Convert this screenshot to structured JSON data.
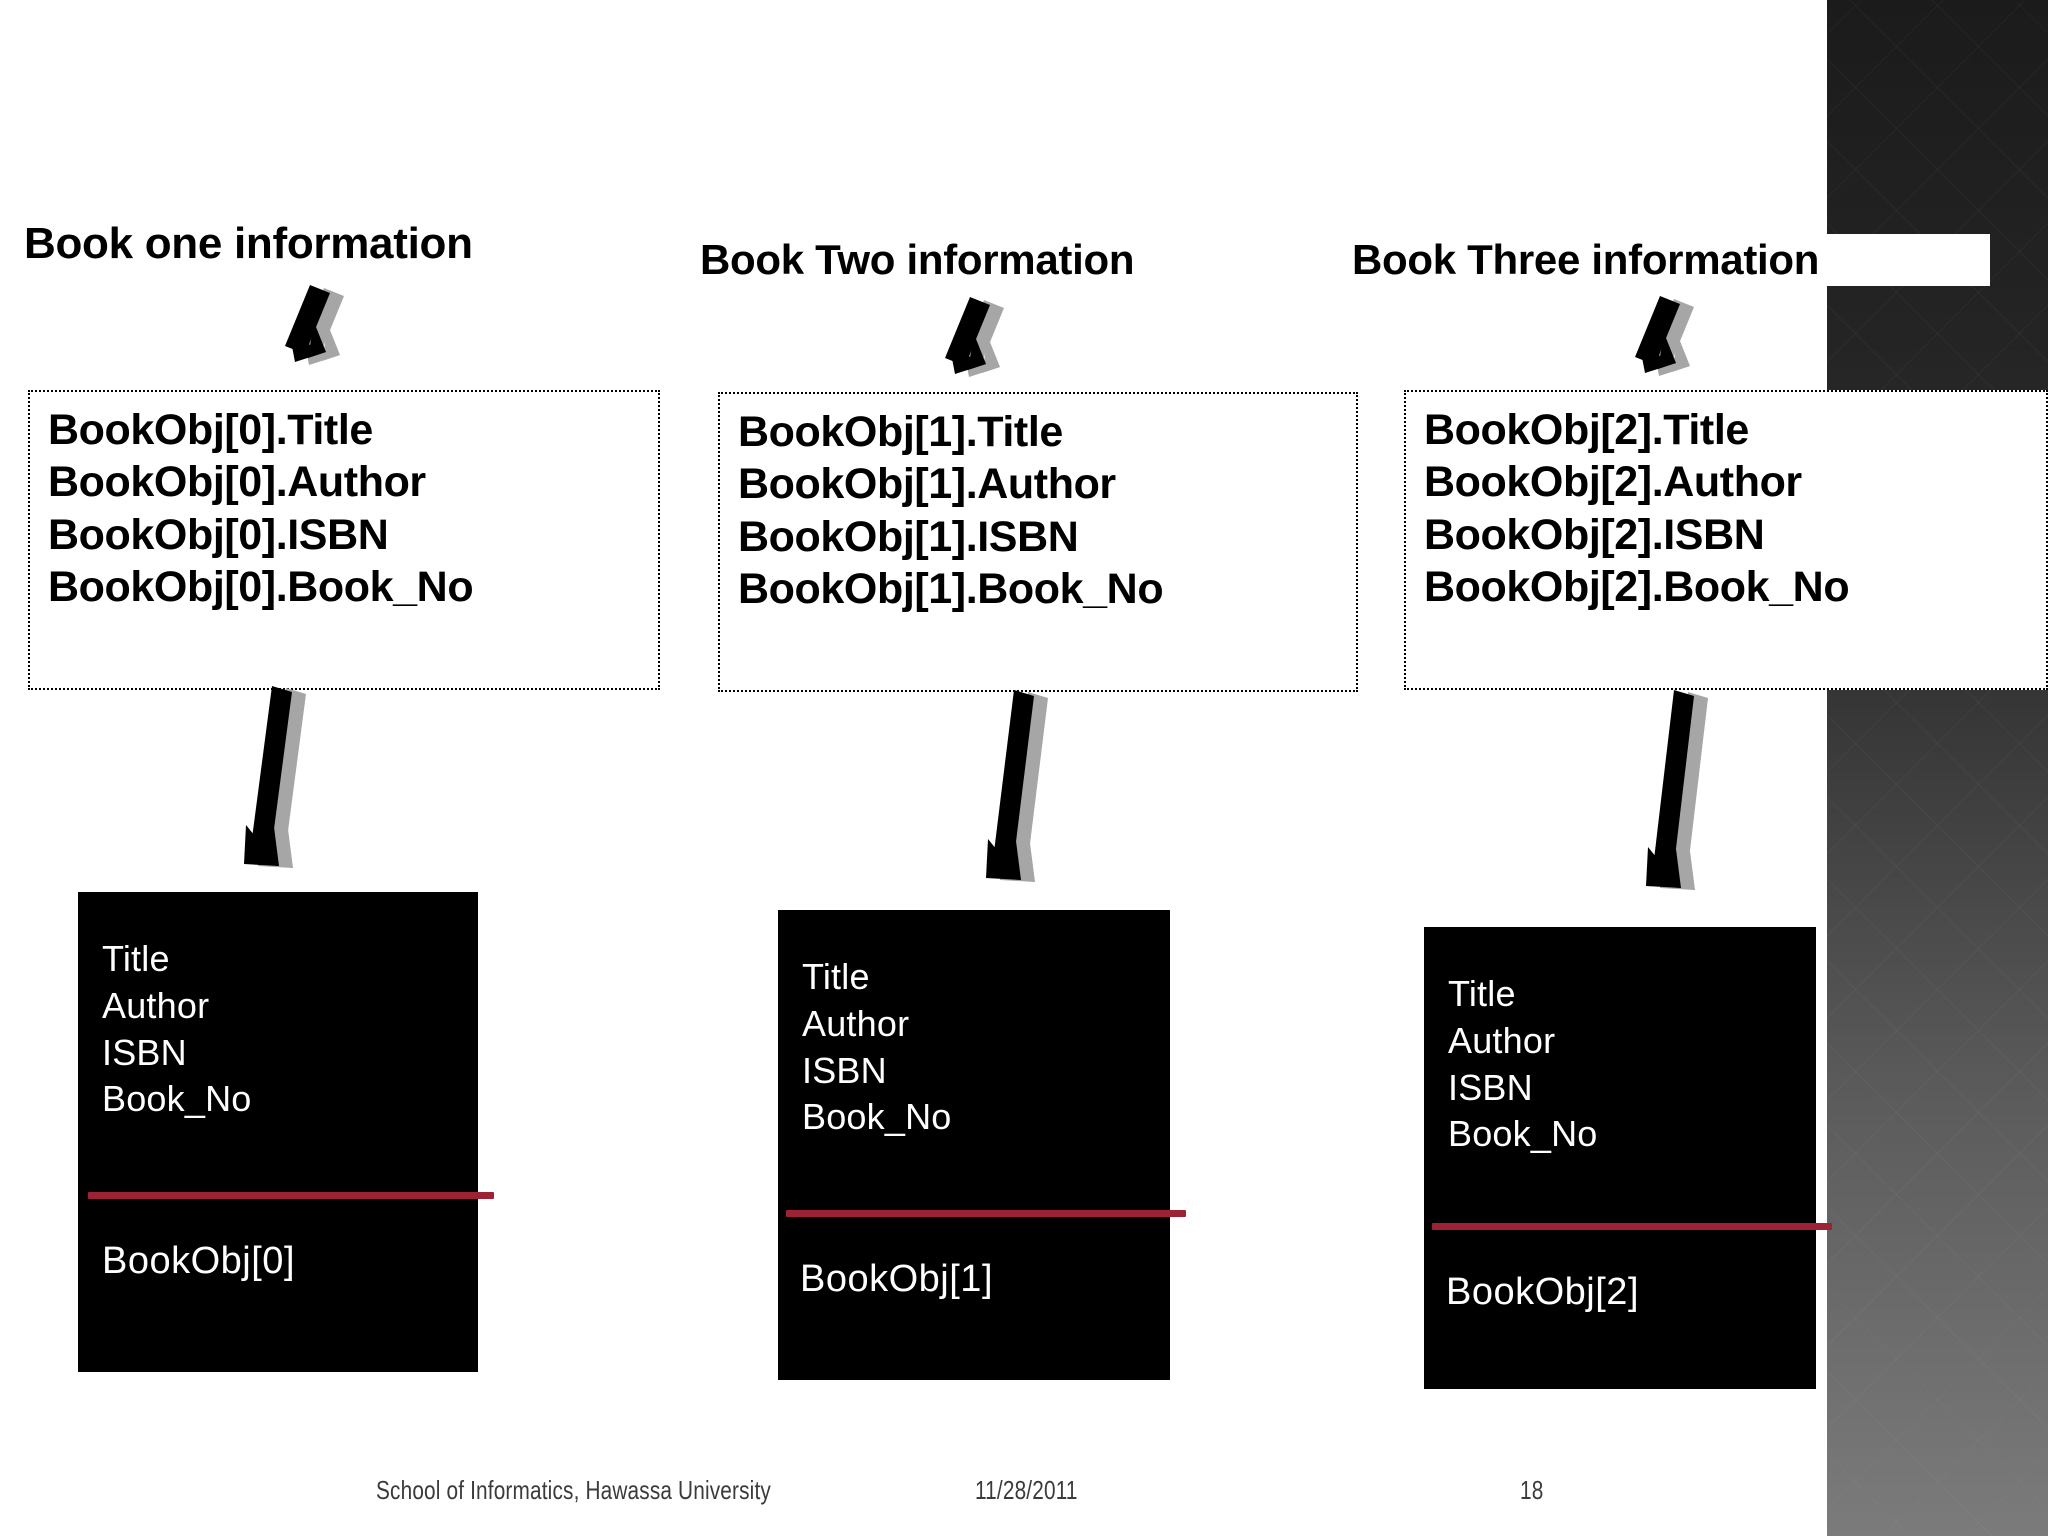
{
  "slide": {
    "background_color": "#ffffff",
    "accent_rule_color": "#9e2235",
    "object_box_color": "#000000",
    "page_number": "18"
  },
  "columns": [
    {
      "heading": "Book one information",
      "expression_lines": [
        "BookObj[0].Title",
        "BookObj[0].Author",
        "BookObj[0].ISBN",
        "BookObj[0].Book_No"
      ],
      "object": {
        "fields": [
          "Title",
          "Author",
          "ISBN",
          "Book_No"
        ],
        "name": "BookObj[0]"
      }
    },
    {
      "heading": "Book Two information",
      "expression_lines": [
        "BookObj[1].Title",
        "BookObj[1].Author",
        "BookObj[1].ISBN",
        "BookObj[1].Book_No"
      ],
      "object": {
        "fields": [
          "Title",
          "Author",
          "ISBN",
          "Book_No"
        ],
        "name": "BookObj[1]"
      }
    },
    {
      "heading": "Book Three information",
      "expression_lines": [
        "BookObj[2].Title",
        "BookObj[2].Author",
        "BookObj[2].ISBN",
        "BookObj[2].Book_No"
      ],
      "object": {
        "fields": [
          "Title",
          "Author",
          "ISBN",
          "Book_No"
        ],
        "name": "BookObj[2]"
      }
    }
  ],
  "footer": {
    "organization": "School of Informatics, Hawassa University",
    "date": "11/28/2011",
    "page": "18"
  }
}
